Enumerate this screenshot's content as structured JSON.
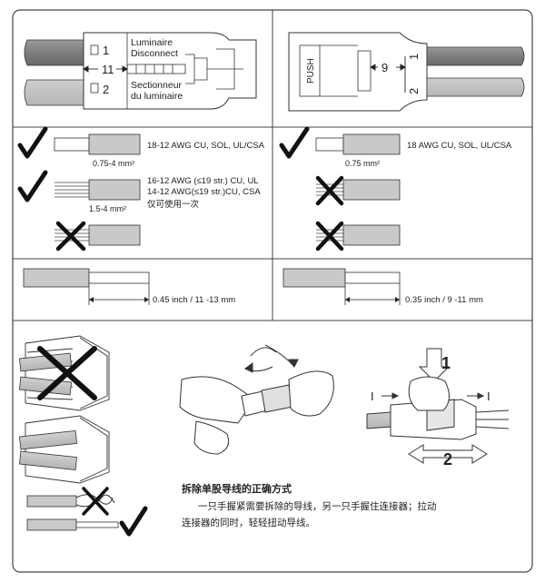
{
  "top_left": {
    "luminaire_line1": "Luminaire",
    "luminaire_line2": "Disconnect",
    "sectionneur_line1": "Sectionneur",
    "sectionneur_line2": "du luminaire",
    "port1": "1",
    "port2": "2",
    "strip_length": "11"
  },
  "top_right": {
    "push_label": "PUSH",
    "strip_length": "9",
    "port1": "1",
    "port2": "2"
  },
  "wires_left": {
    "spec1": "18-12 AWG CU, SOL, UL/CSA",
    "range1": "0.75-4 mm²",
    "spec2_line1": "16-12 AWG (≤19 str.) CU, UL",
    "spec2_line2": "14-12 AWG(≤19 str.)CU, CSA",
    "spec2_line3": "仅可使用一次",
    "range2": "1.5-4 mm²"
  },
  "wires_right": {
    "spec1": "18 AWG CU, SOL, UL/CSA",
    "range1": "0.75 mm²"
  },
  "strip_left": {
    "dimension": "0.45 inch / 11 -13 mm"
  },
  "strip_right": {
    "dimension": "0.35 inch / 9 -11 mm"
  },
  "removal": {
    "push_number": "1",
    "pull_number": "2",
    "side_mark_left": "I",
    "side_mark_right": "I",
    "title": "拆除单股导线的正确方式",
    "body_line1": "一只手握紧需要拆除的导线，另一只手握住连接器；拉动",
    "body_line2": "连接器的同时，轻轻扭动导线。"
  }
}
